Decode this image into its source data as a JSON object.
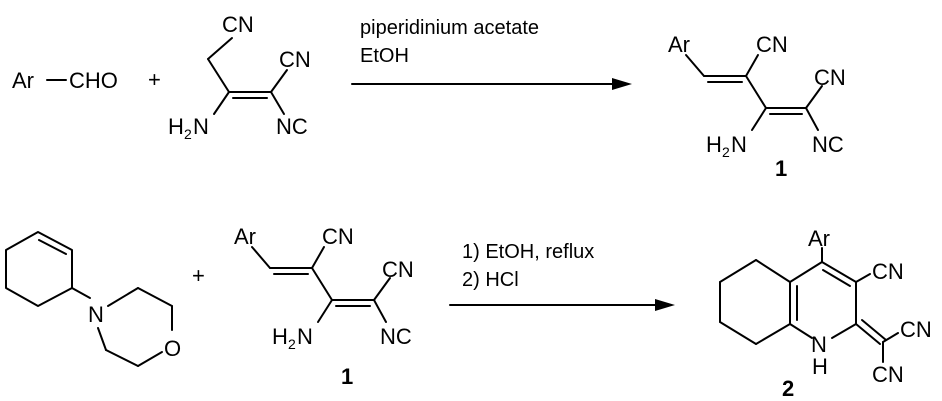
{
  "reaction1": {
    "reactant_aldehyde": {
      "ar": "Ar",
      "cho": "CHO"
    },
    "plus": "+",
    "reactant_dimer": {
      "cn_top": "CN",
      "cn_right": "CN",
      "h2n_h": "H",
      "h2n_2": "2",
      "h2n_n": "N",
      "nc": "NC"
    },
    "conditions": {
      "line1": "piperidinium acetate",
      "line2": "EtOH"
    },
    "product": {
      "ar": "Ar",
      "cn_top": "CN",
      "cn_right": "CN",
      "h2n_h": "H",
      "h2n_2": "2",
      "h2n_n": "N",
      "nc": "NC",
      "number": "1"
    }
  },
  "reaction2": {
    "reactant_enamine": {
      "n": "N",
      "o": "O"
    },
    "plus": "+",
    "reactant_1": {
      "ar": "Ar",
      "cn_top": "CN",
      "cn_right": "CN",
      "h2n_h": "H",
      "h2n_2": "2",
      "h2n_n": "N",
      "nc": "NC",
      "number": "1"
    },
    "conditions": {
      "line1": "1) EtOH, reflux",
      "line2": "2) HCl"
    },
    "product": {
      "ar": "Ar",
      "cn_ring": "CN",
      "cn_a": "CN",
      "cn_b": "CN",
      "nh_n": "N",
      "nh_h": "H",
      "number": "2"
    }
  }
}
